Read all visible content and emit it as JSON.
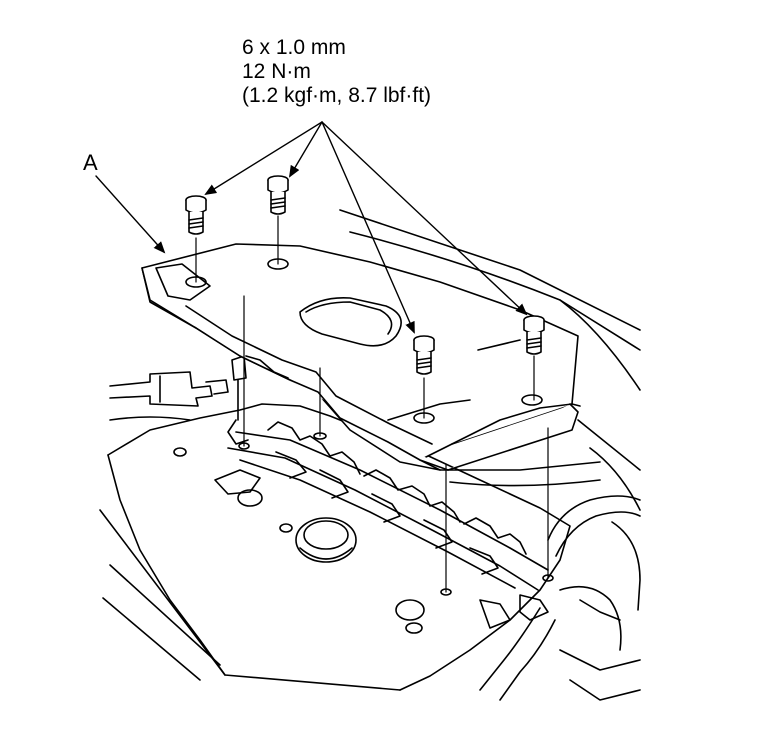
{
  "diagram": {
    "callout_label": "A",
    "bolt_spec": {
      "size": "6 x 1.0 mm",
      "torque_nm": "12 N·m",
      "torque_alt": "(1.2 kgf·m, 8.7 lbf·ft)"
    },
    "bolt_count": 4
  },
  "colors": {
    "line": "#000000",
    "background": "#ffffff"
  },
  "icons": [
    "bolt-icon",
    "arrow-icon"
  ]
}
